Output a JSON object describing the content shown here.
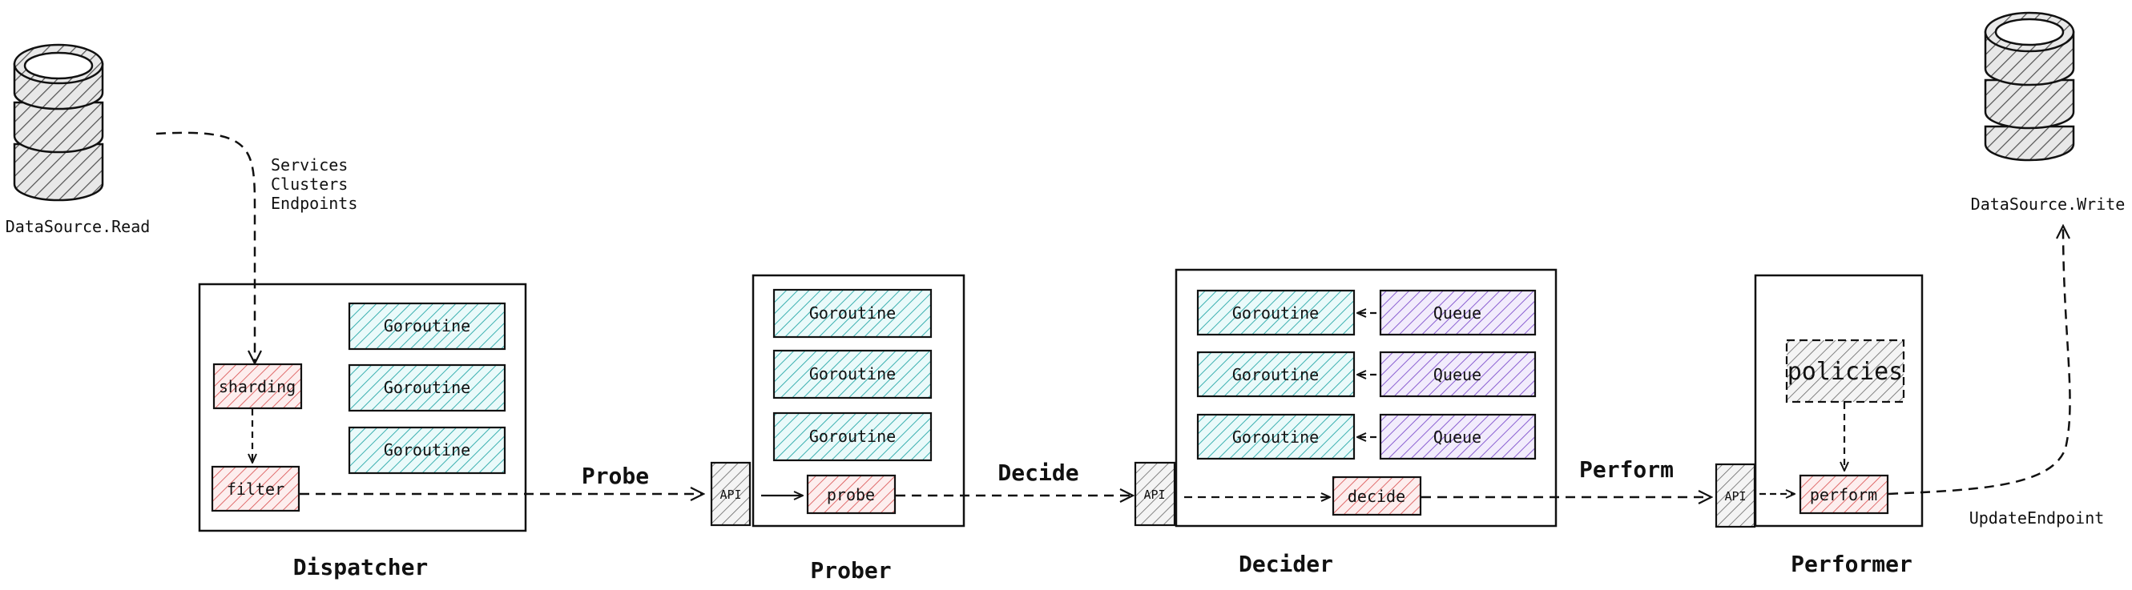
{
  "datasource_read": {
    "label": "DataSource.Read"
  },
  "datasource_write": {
    "label": "DataSource.Write"
  },
  "read_note": {
    "lines": [
      "Services",
      "Clusters",
      "Endpoints"
    ]
  },
  "dispatcher": {
    "title": "Dispatcher",
    "sharding": "sharding",
    "filter": "filter",
    "goroutines": [
      "Goroutine",
      "Goroutine",
      "Goroutine"
    ]
  },
  "prober": {
    "title": "Prober",
    "api": "API",
    "probe": "probe",
    "goroutines": [
      "Goroutine",
      "Goroutine",
      "Goroutine"
    ]
  },
  "decider": {
    "title": "Decider",
    "api": "API",
    "decide": "decide",
    "goroutines": [
      "Goroutine",
      "Goroutine",
      "Goroutine"
    ],
    "queues": [
      "Queue",
      "Queue",
      "Queue"
    ]
  },
  "performer": {
    "title": "Performer",
    "api": "API",
    "policies": "policies",
    "perform": "perform"
  },
  "edges": {
    "probe": "Probe",
    "decide": "Decide",
    "perform": "Perform",
    "update": "UpdateEndpoint"
  },
  "colors": {
    "goroutine": "#3bb0b0",
    "queue": "#8a5fd1",
    "red": "#d94b4b",
    "gray": "#555555",
    "goroutine_fill": "#eafafa",
    "queue_fill": "#f2ecfc",
    "red_fill": "#fdeeee",
    "gray_fill": "#f0f0f0"
  }
}
